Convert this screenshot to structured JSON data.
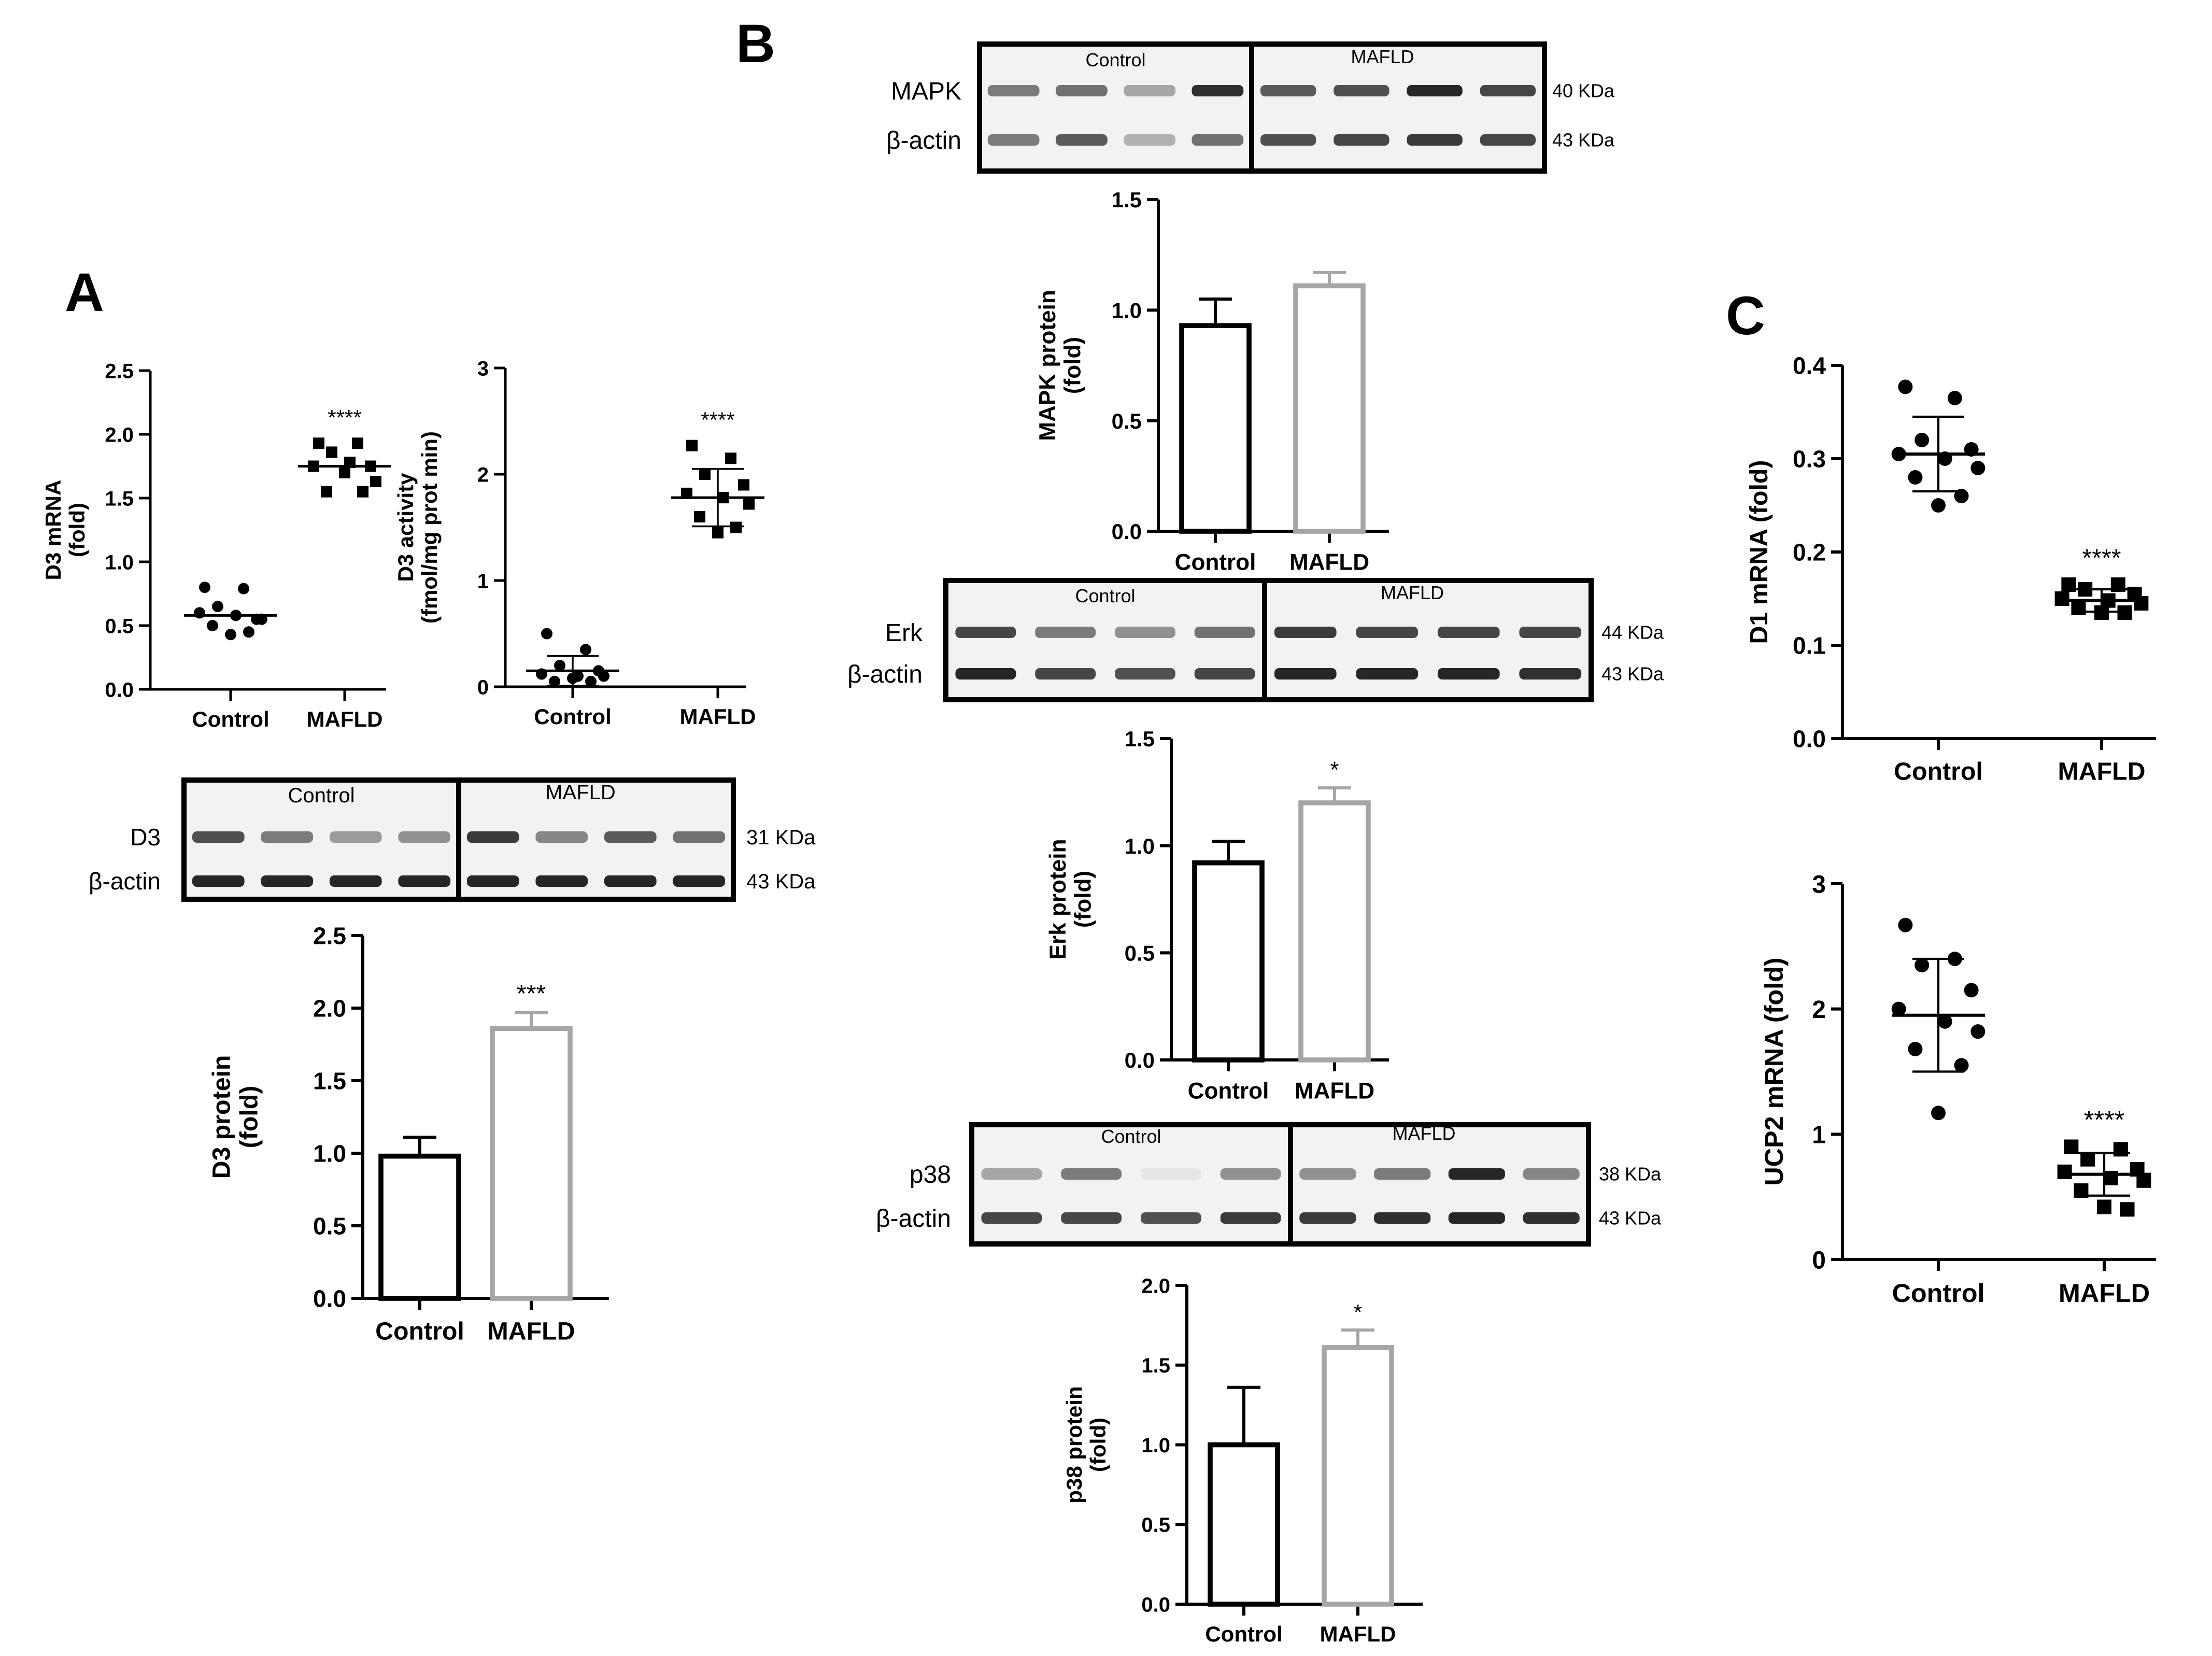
{
  "panels": [
    {
      "letter": "A"
    },
    {
      "letter": "B"
    },
    {
      "letter": "C"
    }
  ],
  "blots": [
    {
      "id": "d3",
      "group_labels": [
        "Control",
        "MAFLD"
      ],
      "rows": [
        {
          "label": "D3",
          "size": "31 KDa",
          "band_intensity": [
            0.75,
            0.55,
            0.4,
            0.45,
            0.85,
            0.5,
            0.7,
            0.6
          ]
        },
        {
          "label": "β-actin",
          "size": "43 KDa",
          "band_intensity": [
            0.95,
            0.95,
            0.95,
            0.95,
            0.95,
            0.95,
            0.95,
            0.95
          ]
        }
      ]
    },
    {
      "id": "mapk",
      "group_labels": [
        "Control",
        "MAFLD"
      ],
      "rows": [
        {
          "label": "MAPK",
          "size": "40 KDa",
          "band_intensity": [
            0.55,
            0.6,
            0.35,
            0.9,
            0.7,
            0.75,
            0.95,
            0.8
          ]
        },
        {
          "label": "β-actin",
          "size": "43 KDa",
          "band_intensity": [
            0.55,
            0.7,
            0.3,
            0.6,
            0.75,
            0.8,
            0.85,
            0.8
          ]
        }
      ]
    },
    {
      "id": "erk",
      "group_labels": [
        "Control",
        "MAFLD"
      ],
      "rows": [
        {
          "label": "Erk",
          "size": "44 KDa",
          "band_intensity": [
            0.8,
            0.55,
            0.45,
            0.6,
            0.85,
            0.8,
            0.8,
            0.8
          ]
        },
        {
          "label": "β-actin",
          "size": "43 KDa",
          "band_intensity": [
            0.95,
            0.8,
            0.75,
            0.8,
            0.95,
            0.95,
            0.95,
            0.9
          ]
        }
      ]
    },
    {
      "id": "p38",
      "group_labels": [
        "Control",
        "MAFLD"
      ],
      "rows": [
        {
          "label": "p38",
          "size": "38 KDa",
          "band_intensity": [
            0.35,
            0.55,
            0.05,
            0.45,
            0.45,
            0.55,
            0.95,
            0.5
          ]
        },
        {
          "label": "β-actin",
          "size": "43 KDa",
          "band_intensity": [
            0.8,
            0.8,
            0.75,
            0.85,
            0.85,
            0.9,
            0.95,
            0.9
          ]
        }
      ]
    }
  ],
  "colors": {
    "control_bar": "#000000",
    "mafld_bar": "#a6a6a6",
    "points": "#000000",
    "blot_bg": "#f2f2f2",
    "band": "#1a1a1a"
  },
  "chart_data": [
    {
      "id": "d3_mrna",
      "type": "scatter",
      "marker_by_group": [
        "circle",
        "square"
      ],
      "ylabel": "D3 mRNA\n(fold)",
      "ylim": [
        0,
        2.5
      ],
      "yticks": [
        "0.0",
        "0.5",
        "1.0",
        "1.5",
        "2.0",
        "2.5"
      ],
      "categories": [
        "Control",
        "MAFLD"
      ],
      "annotations": [
        "",
        "****"
      ],
      "groups": [
        {
          "name": "Control",
          "mean": 0.58,
          "sd": 0.0,
          "points": [
            0.8,
            0.79,
            0.65,
            0.55,
            0.6,
            0.58,
            0.55,
            0.5,
            0.45,
            0.43
          ]
        },
        {
          "name": "MAFLD",
          "mean": 1.75,
          "sd": 0.0,
          "points": [
            1.93,
            1.93,
            1.86,
            1.75,
            1.75,
            1.78,
            1.63,
            1.55,
            1.55,
            1.7
          ]
        }
      ]
    },
    {
      "id": "d3_activity",
      "type": "scatter",
      "marker_by_group": [
        "circle",
        "square"
      ],
      "ylabel": "D3 activity\n(fmol/mg prot min)",
      "ylim": [
        0,
        3
      ],
      "yticks": [
        "0",
        "1",
        "2",
        "3"
      ],
      "categories": [
        "Control",
        "MAFLD"
      ],
      "annotations": [
        "",
        "****"
      ],
      "groups": [
        {
          "name": "Control",
          "mean": 0.15,
          "sd": 0.14,
          "points": [
            0.5,
            0.35,
            0.2,
            0.15,
            0.12,
            0.1,
            0.1,
            0.05,
            0.05,
            0.08
          ]
        },
        {
          "name": "MAFLD",
          "mean": 1.78,
          "sd": 0.27,
          "points": [
            2.27,
            2.15,
            2.0,
            1.9,
            1.82,
            1.78,
            1.72,
            1.6,
            1.5,
            1.45
          ]
        }
      ]
    },
    {
      "id": "d3_protein",
      "type": "bar",
      "ylabel": "D3 protein\n(fold)",
      "ylim": [
        0,
        2.5
      ],
      "yticks": [
        "0.0",
        "0.5",
        "1.0",
        "1.5",
        "2.0",
        "2.5"
      ],
      "categories": [
        "Control",
        "MAFLD"
      ],
      "values": [
        0.98,
        1.86
      ],
      "errors": [
        0.13,
        0.11
      ],
      "annotations": [
        "",
        "***"
      ]
    },
    {
      "id": "mapk_protein",
      "type": "bar",
      "ylabel": "MAPK protein\n(fold)",
      "ylim": [
        0,
        1.5
      ],
      "yticks": [
        "0.0",
        "0.5",
        "1.0",
        "1.5"
      ],
      "categories": [
        "Control",
        "MAFLD"
      ],
      "values": [
        0.93,
        1.11
      ],
      "errors": [
        0.12,
        0.06
      ],
      "annotations": [
        "",
        ""
      ]
    },
    {
      "id": "erk_protein",
      "type": "bar",
      "ylabel": "Erk protein\n(fold)",
      "ylim": [
        0,
        1.5
      ],
      "yticks": [
        "0.0",
        "0.5",
        "1.0",
        "1.5"
      ],
      "categories": [
        "Control",
        "MAFLD"
      ],
      "values": [
        0.92,
        1.2
      ],
      "errors": [
        0.1,
        0.07
      ],
      "annotations": [
        "",
        "*"
      ]
    },
    {
      "id": "p38_protein",
      "type": "bar",
      "ylabel": "p38 protein\n(fold)",
      "ylim": [
        0,
        2.0
      ],
      "yticks": [
        "0.0",
        "0.5",
        "1.0",
        "1.5",
        "2.0"
      ],
      "categories": [
        "Control",
        "MAFLD"
      ],
      "values": [
        1.0,
        1.61
      ],
      "errors": [
        0.36,
        0.11
      ],
      "annotations": [
        "",
        "*"
      ]
    },
    {
      "id": "d1_mrna",
      "type": "scatter",
      "marker_by_group": [
        "circle",
        "square"
      ],
      "ylabel": "D1 mRNA (fold)",
      "ylim": [
        0,
        0.4
      ],
      "yticks": [
        "0.0",
        "0.1",
        "0.2",
        "0.3",
        "0.4"
      ],
      "categories": [
        "Control",
        "MAFLD"
      ],
      "annotations": [
        "",
        "****"
      ],
      "groups": [
        {
          "name": "Control",
          "mean": 0.305,
          "sd": 0.04,
          "points": [
            0.377,
            0.365,
            0.32,
            0.31,
            0.305,
            0.3,
            0.29,
            0.28,
            0.26,
            0.25
          ]
        },
        {
          "name": "MAFLD",
          "mean": 0.148,
          "sd": 0.012,
          "points": [
            0.165,
            0.165,
            0.16,
            0.155,
            0.15,
            0.148,
            0.145,
            0.14,
            0.135,
            0.135
          ]
        }
      ]
    },
    {
      "id": "ucp2_mrna",
      "type": "scatter",
      "marker_by_group": [
        "circle",
        "square"
      ],
      "ylabel": "UCP2 mRNA (fold)",
      "ylim": [
        0,
        3
      ],
      "yticks": [
        "0",
        "1",
        "2",
        "3"
      ],
      "categories": [
        "Control",
        "MAFLD"
      ],
      "annotations": [
        "",
        "****"
      ],
      "groups": [
        {
          "name": "Control",
          "mean": 1.95,
          "sd": 0.45,
          "points": [
            2.67,
            2.4,
            2.35,
            2.15,
            2.0,
            1.9,
            1.82,
            1.68,
            1.55,
            1.17
          ]
        },
        {
          "name": "MAFLD",
          "mean": 0.68,
          "sd": 0.17,
          "points": [
            0.9,
            0.88,
            0.8,
            0.72,
            0.7,
            0.65,
            0.63,
            0.55,
            0.4,
            0.42
          ]
        }
      ]
    }
  ]
}
